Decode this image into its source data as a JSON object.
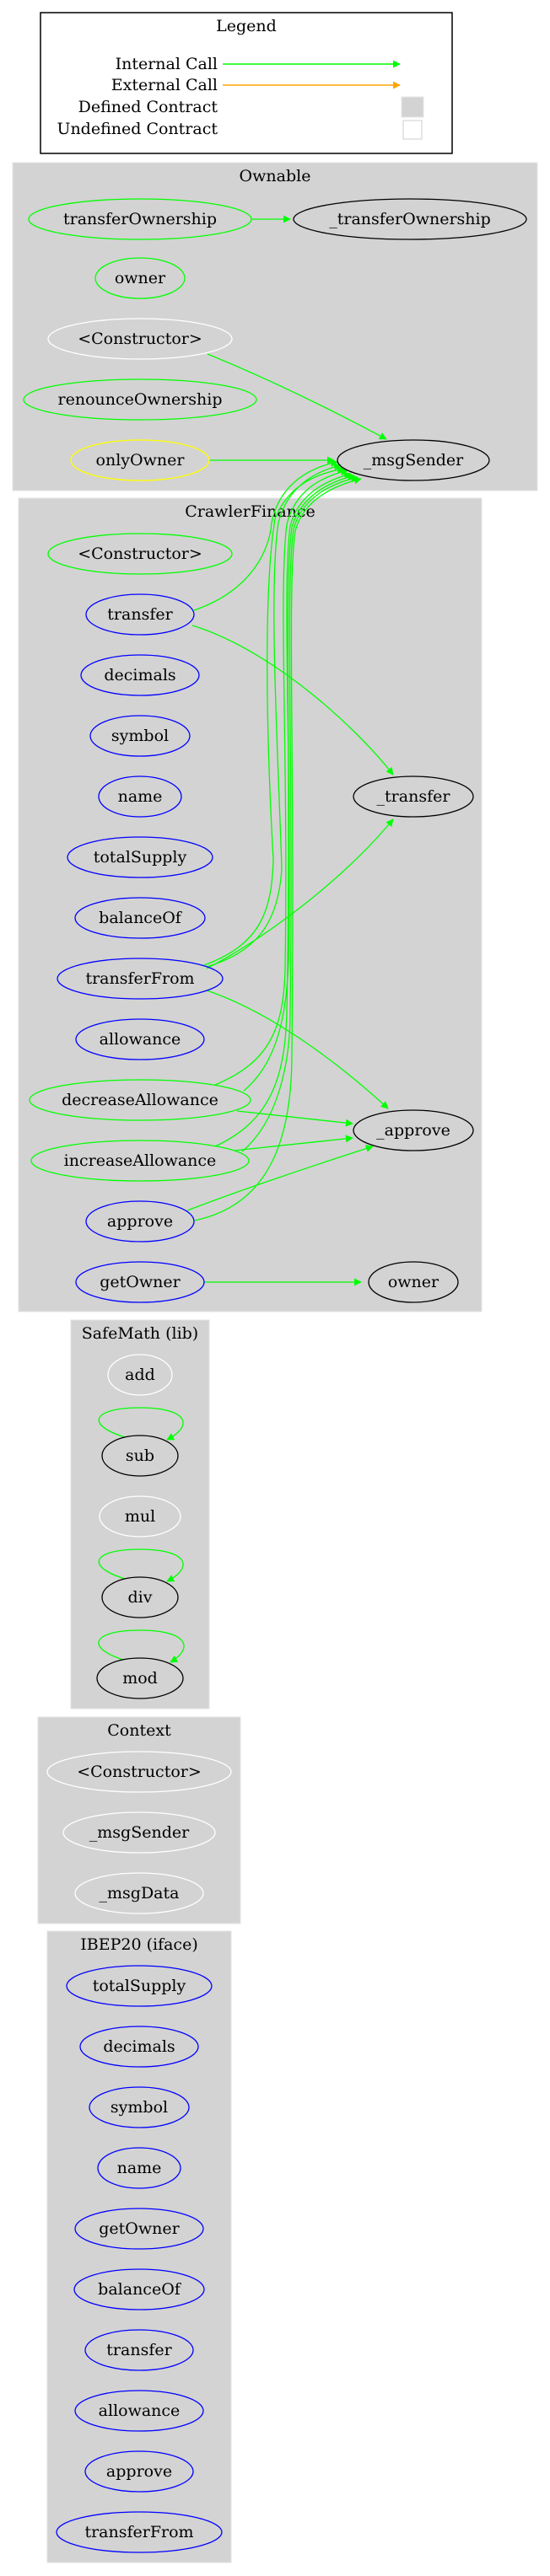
{
  "colors": {
    "internal_call": "#00ff00",
    "external_call": "#ffa500",
    "defined_contract": "#d3d3d3",
    "undefined_border": "#e0e0e0",
    "public_fn": "#00ff00",
    "external_fn": "#0000ff",
    "internal_fn": "#000000",
    "private_fn": "#ffffff",
    "modifier": "#ffff00",
    "cluster_bg": "#d3d3d3"
  },
  "legend": {
    "title": "Legend",
    "items": [
      {
        "label": "Internal Call",
        "kind": "internal_call"
      },
      {
        "label": "External Call",
        "kind": "external_call"
      },
      {
        "label": "Defined Contract",
        "kind": "defined_contract"
      },
      {
        "label": "Undefined Contract",
        "kind": "undefined_contract"
      }
    ]
  },
  "clusters": [
    {
      "id": "Ownable",
      "title": "Ownable",
      "nodes": [
        {
          "id": "Ownable.transferOwnership",
          "label": "transferOwnership",
          "stroke": "public_fn"
        },
        {
          "id": "Ownable._transferOwnership",
          "label": "_transferOwnership",
          "stroke": "internal_fn"
        },
        {
          "id": "Ownable.owner",
          "label": "owner",
          "stroke": "public_fn"
        },
        {
          "id": "Ownable.ctor",
          "label": "<Constructor>",
          "stroke": "private_fn"
        },
        {
          "id": "Ownable.renounceOwnership",
          "label": "renounceOwnership",
          "stroke": "public_fn"
        },
        {
          "id": "Ownable.onlyOwner",
          "label": "onlyOwner",
          "stroke": "modifier"
        },
        {
          "id": "Ownable._msgSender",
          "label": "_msgSender",
          "stroke": "internal_fn"
        }
      ]
    },
    {
      "id": "CrawlerFinance",
      "title": "CrawlerFinance",
      "nodes": [
        {
          "id": "CF.ctor",
          "label": "<Constructor>",
          "stroke": "public_fn"
        },
        {
          "id": "CF.transfer",
          "label": "transfer",
          "stroke": "external_fn"
        },
        {
          "id": "CF.decimals",
          "label": "decimals",
          "stroke": "external_fn"
        },
        {
          "id": "CF.symbol",
          "label": "symbol",
          "stroke": "external_fn"
        },
        {
          "id": "CF.name",
          "label": "name",
          "stroke": "external_fn"
        },
        {
          "id": "CF.totalSupply",
          "label": "totalSupply",
          "stroke": "external_fn"
        },
        {
          "id": "CF.balanceOf",
          "label": "balanceOf",
          "stroke": "external_fn"
        },
        {
          "id": "CF.transferFrom",
          "label": "transferFrom",
          "stroke": "external_fn"
        },
        {
          "id": "CF.allowance",
          "label": "allowance",
          "stroke": "external_fn"
        },
        {
          "id": "CF.decreaseAllowance",
          "label": "decreaseAllowance",
          "stroke": "public_fn"
        },
        {
          "id": "CF.increaseAllowance",
          "label": "increaseAllowance",
          "stroke": "public_fn"
        },
        {
          "id": "CF.approve",
          "label": "approve",
          "stroke": "external_fn"
        },
        {
          "id": "CF.getOwner",
          "label": "getOwner",
          "stroke": "external_fn"
        },
        {
          "id": "CF._transfer",
          "label": "_transfer",
          "stroke": "internal_fn"
        },
        {
          "id": "CF._approve",
          "label": "_approve",
          "stroke": "internal_fn"
        },
        {
          "id": "CF.owner",
          "label": "owner",
          "stroke": "internal_fn"
        }
      ]
    },
    {
      "id": "SafeMath",
      "title": "SafeMath  (lib)",
      "nodes": [
        {
          "id": "SM.add",
          "label": "add",
          "stroke": "private_fn"
        },
        {
          "id": "SM.sub",
          "label": "sub",
          "stroke": "internal_fn"
        },
        {
          "id": "SM.mul",
          "label": "mul",
          "stroke": "private_fn"
        },
        {
          "id": "SM.div",
          "label": "div",
          "stroke": "internal_fn"
        },
        {
          "id": "SM.mod",
          "label": "mod",
          "stroke": "internal_fn"
        }
      ]
    },
    {
      "id": "Context",
      "title": "Context",
      "nodes": [
        {
          "id": "CTX.ctor",
          "label": "<Constructor>",
          "stroke": "private_fn"
        },
        {
          "id": "CTX._msgSender",
          "label": "_msgSender",
          "stroke": "private_fn"
        },
        {
          "id": "CTX._msgData",
          "label": "_msgData",
          "stroke": "private_fn"
        }
      ]
    },
    {
      "id": "IBEP20",
      "title": "IBEP20  (iface)",
      "nodes": [
        {
          "id": "IB.totalSupply",
          "label": "totalSupply",
          "stroke": "external_fn"
        },
        {
          "id": "IB.decimals",
          "label": "decimals",
          "stroke": "external_fn"
        },
        {
          "id": "IB.symbol",
          "label": "symbol",
          "stroke": "external_fn"
        },
        {
          "id": "IB.name",
          "label": "name",
          "stroke": "external_fn"
        },
        {
          "id": "IB.getOwner",
          "label": "getOwner",
          "stroke": "external_fn"
        },
        {
          "id": "IB.balanceOf",
          "label": "balanceOf",
          "stroke": "external_fn"
        },
        {
          "id": "IB.transfer",
          "label": "transfer",
          "stroke": "external_fn"
        },
        {
          "id": "IB.allowance",
          "label": "allowance",
          "stroke": "external_fn"
        },
        {
          "id": "IB.approve",
          "label": "approve",
          "stroke": "external_fn"
        },
        {
          "id": "IB.transferFrom",
          "label": "transferFrom",
          "stroke": "external_fn"
        }
      ]
    }
  ],
  "edges": [
    {
      "from": "Ownable.transferOwnership",
      "to": "Ownable._transferOwnership",
      "kind": "internal_call"
    },
    {
      "from": "Ownable.ctor",
      "to": "Ownable._msgSender",
      "kind": "internal_call"
    },
    {
      "from": "Ownable.onlyOwner",
      "to": "Ownable._msgSender",
      "kind": "internal_call"
    },
    {
      "from": "CF.transfer",
      "to": "Ownable._msgSender",
      "kind": "internal_call"
    },
    {
      "from": "CF.transfer",
      "to": "CF._transfer",
      "kind": "internal_call"
    },
    {
      "from": "CF.transferFrom",
      "to": "Ownable._msgSender",
      "kind": "internal_call"
    },
    {
      "from": "CF.transferFrom",
      "to": "Ownable._msgSender",
      "kind": "internal_call"
    },
    {
      "from": "CF.transferFrom",
      "to": "CF._transfer",
      "kind": "internal_call"
    },
    {
      "from": "CF.transferFrom",
      "to": "CF._approve",
      "kind": "internal_call"
    },
    {
      "from": "CF.decreaseAllowance",
      "to": "Ownable._msgSender",
      "kind": "internal_call"
    },
    {
      "from": "CF.decreaseAllowance",
      "to": "Ownable._msgSender",
      "kind": "internal_call"
    },
    {
      "from": "CF.decreaseAllowance",
      "to": "CF._approve",
      "kind": "internal_call"
    },
    {
      "from": "CF.increaseAllowance",
      "to": "Ownable._msgSender",
      "kind": "internal_call"
    },
    {
      "from": "CF.increaseAllowance",
      "to": "Ownable._msgSender",
      "kind": "internal_call"
    },
    {
      "from": "CF.increaseAllowance",
      "to": "CF._approve",
      "kind": "internal_call"
    },
    {
      "from": "CF.approve",
      "to": "Ownable._msgSender",
      "kind": "internal_call"
    },
    {
      "from": "CF.approve",
      "to": "CF._approve",
      "kind": "internal_call"
    },
    {
      "from": "CF.getOwner",
      "to": "CF.owner",
      "kind": "internal_call"
    },
    {
      "from": "SM.sub",
      "to": "SM.sub",
      "kind": "internal_call"
    },
    {
      "from": "SM.div",
      "to": "SM.div",
      "kind": "internal_call"
    },
    {
      "from": "SM.mod",
      "to": "SM.mod",
      "kind": "internal_call"
    }
  ]
}
